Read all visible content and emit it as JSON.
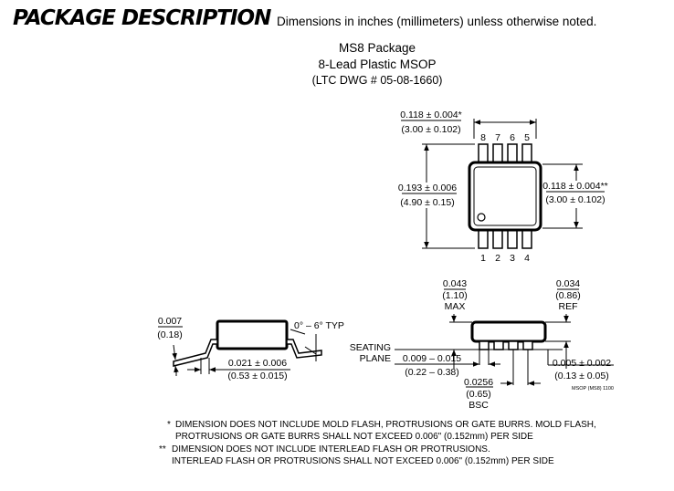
{
  "header": {
    "title": "PACKAGE DESCRIPTION",
    "subtitle": "Dimensions in inches (millimeters) unless otherwise noted."
  },
  "package": {
    "name": "MS8 Package",
    "leads": "8-Lead Plastic MSOP",
    "drawing": "(LTC DWG # 05-08-1660)"
  },
  "top_view": {
    "pins_top": [
      "8",
      "7",
      "6",
      "5"
    ],
    "pins_bottom": [
      "1",
      "2",
      "3",
      "4"
    ],
    "width_in": "0.118 ± 0.004*",
    "width_mm": "(3.00 ± 0.102)",
    "length_in": "0.193 ± 0.006",
    "length_mm": "(4.90 ± 0.15)",
    "body_in": "0.118 ± 0.004**",
    "body_mm": "(3.00 ± 0.102)"
  },
  "side_view": {
    "lead_t_in": "0.007",
    "lead_t_mm": "(0.18)",
    "angle": "0° – 6° TYP",
    "foot_in": "0.021 ± 0.006",
    "foot_mm": "(0.53 ± 0.015)"
  },
  "front_view": {
    "height_in": "0.043",
    "height_mm": "(1.10)",
    "height_note": "MAX",
    "standoff_in": "0.034",
    "standoff_mm": "(0.86)",
    "standoff_note": "REF",
    "seating_1": "SEATING",
    "seating_2": "PLANE",
    "lead_w_in": "0.009 – 0.015",
    "lead_w_mm": "(0.22 – 0.38)",
    "pitch_in": "0.0256",
    "pitch_mm": "(0.65)",
    "pitch_note": "BSC",
    "clear_in": "0.005 ± 0.002",
    "clear_mm": "(0.13 ± 0.05)",
    "ref_code": "MSOP (MS8) 1100"
  },
  "notes": [
    {
      "marker": "*",
      "line1": "DIMENSION DOES NOT INCLUDE MOLD FLASH, PROTRUSIONS OR GATE BURRS. MOLD FLASH,",
      "line2": "PROTRUSIONS OR GATE BURRS SHALL NOT EXCEED 0.006\" (0.152mm) PER SIDE"
    },
    {
      "marker": "**",
      "line1": "DIMENSION DOES NOT INCLUDE INTERLEAD FLASH OR PROTRUSIONS.",
      "line2": "INTERLEAD FLASH OR PROTRUSIONS SHALL NOT EXCEED 0.006\" (0.152mm) PER SIDE"
    }
  ]
}
